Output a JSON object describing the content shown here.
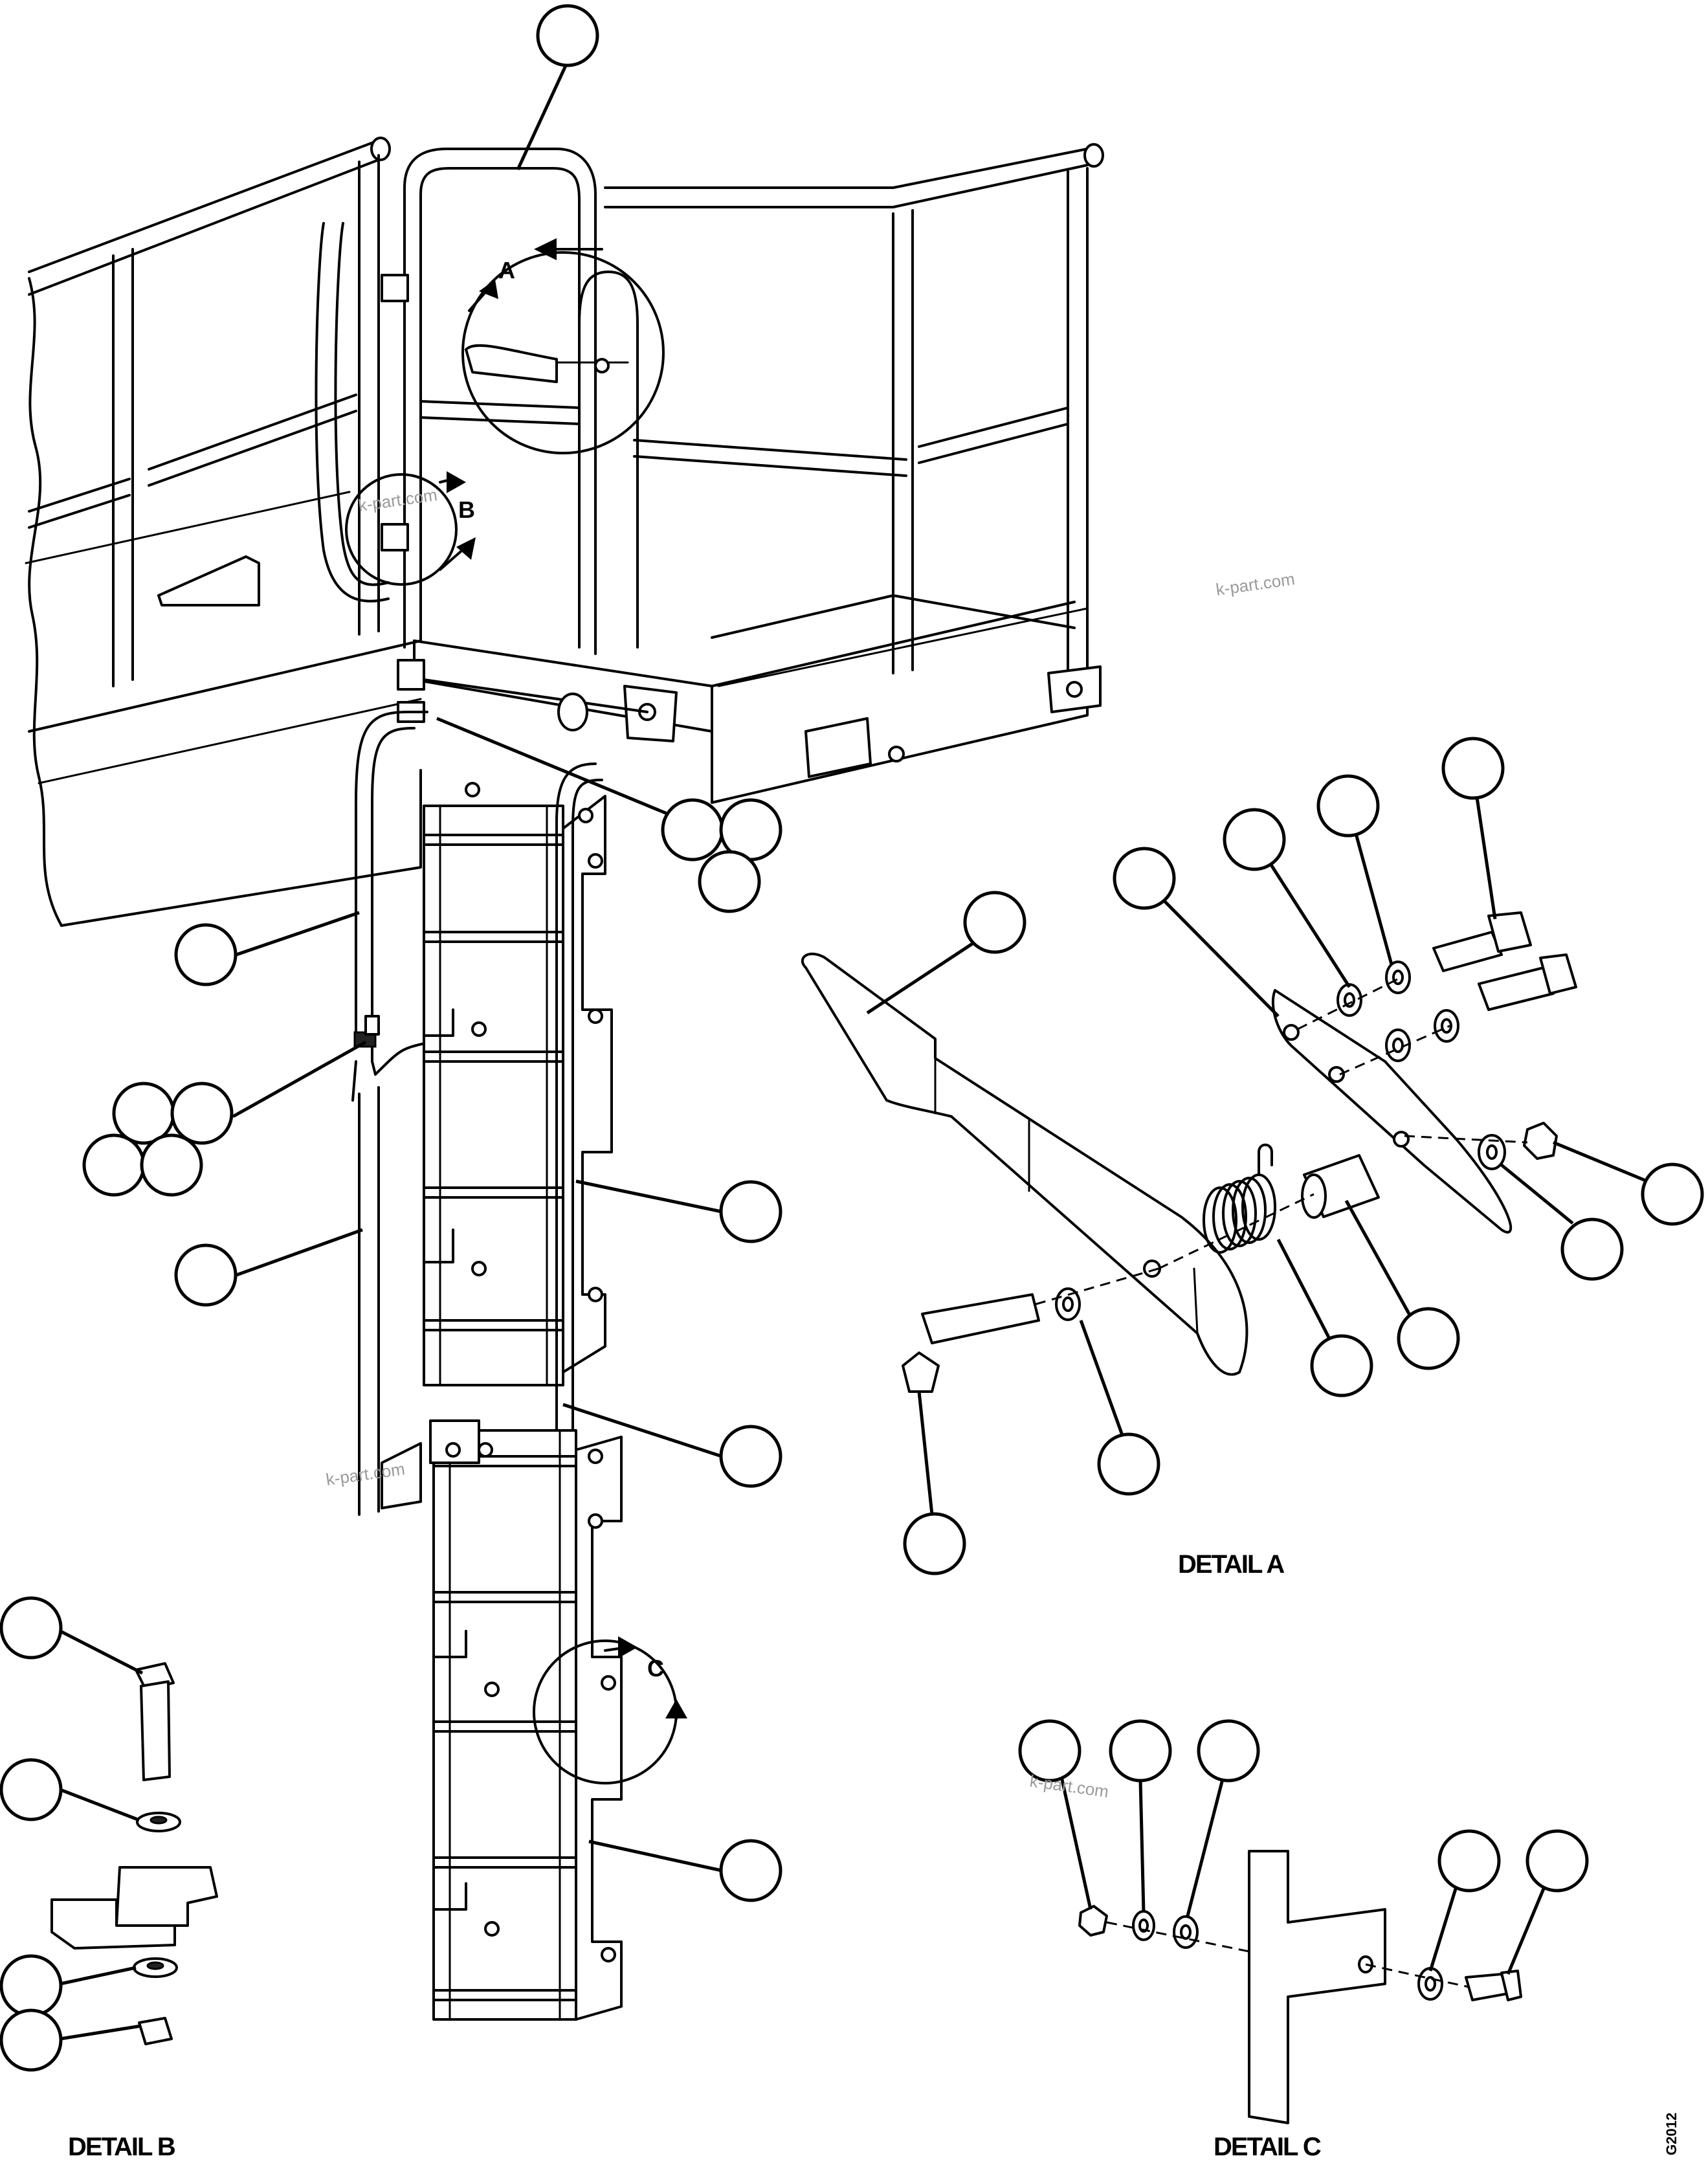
{
  "callout_letters": {
    "a": "A",
    "b": "B",
    "c": "C"
  },
  "detail_labels": {
    "a": "DETAIL A",
    "b": "DETAIL B",
    "c": "DETAIL C"
  },
  "watermark": "k-part.com",
  "figure_code": "G2012"
}
